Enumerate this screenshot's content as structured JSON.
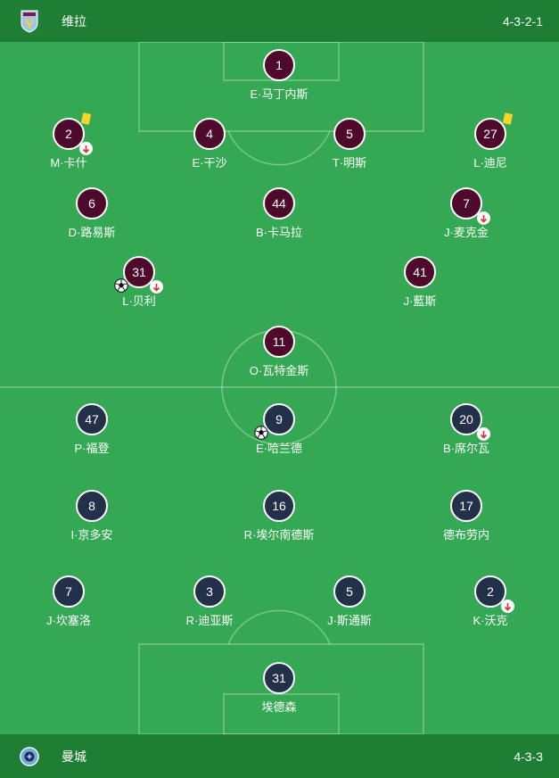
{
  "home": {
    "team_name": "维拉",
    "formation": "4-3-2-1",
    "logo_icon": "aston-villa-crest-icon",
    "disc_color": "#4d0a2b",
    "players": [
      {
        "number": "1",
        "name": "E·马丁内斯",
        "events": []
      },
      {
        "number": "2",
        "name": "M·卡什",
        "events": [
          "yellow-card",
          "substitution"
        ]
      },
      {
        "number": "4",
        "name": "E·干沙",
        "events": []
      },
      {
        "number": "5",
        "name": "T·明斯",
        "events": []
      },
      {
        "number": "27",
        "name": "L·迪尼",
        "events": [
          "yellow-card"
        ]
      },
      {
        "number": "6",
        "name": "D·路易斯",
        "events": []
      },
      {
        "number": "44",
        "name": "B·卡马拉",
        "events": []
      },
      {
        "number": "7",
        "name": "J·麦克金",
        "events": [
          "substitution"
        ]
      },
      {
        "number": "31",
        "name": "L·贝利",
        "events": [
          "goal",
          "substitution"
        ]
      },
      {
        "number": "41",
        "name": "J·藍斯",
        "events": []
      },
      {
        "number": "11",
        "name": "O·瓦特金斯",
        "events": []
      }
    ]
  },
  "away": {
    "team_name": "曼城",
    "formation": "4-3-3",
    "logo_icon": "manchester-city-crest-icon",
    "disc_color": "#23304a",
    "players": [
      {
        "number": "47",
        "name": "P·福登",
        "events": []
      },
      {
        "number": "9",
        "name": "E·哈兰德",
        "events": [
          "goal"
        ]
      },
      {
        "number": "20",
        "name": "B·席尔瓦",
        "events": [
          "substitution"
        ]
      },
      {
        "number": "8",
        "name": "I·京多安",
        "events": []
      },
      {
        "number": "16",
        "name": "R·埃尔南德斯",
        "events": []
      },
      {
        "number": "17",
        "name": "德布劳内",
        "events": []
      },
      {
        "number": "7",
        "name": "J·坎塞洛",
        "events": []
      },
      {
        "number": "3",
        "name": "R·迪亚斯",
        "events": []
      },
      {
        "number": "5",
        "name": "J·斯通斯",
        "events": []
      },
      {
        "number": "2",
        "name": "K·沃克",
        "events": [
          "substitution"
        ]
      },
      {
        "number": "31",
        "name": "埃德森",
        "events": []
      }
    ]
  },
  "colors": {
    "pitch": "#34a853",
    "bar": "#1e7e34",
    "yellow_card": "#f6d32d",
    "sub_arrow": "#d32f2f"
  }
}
